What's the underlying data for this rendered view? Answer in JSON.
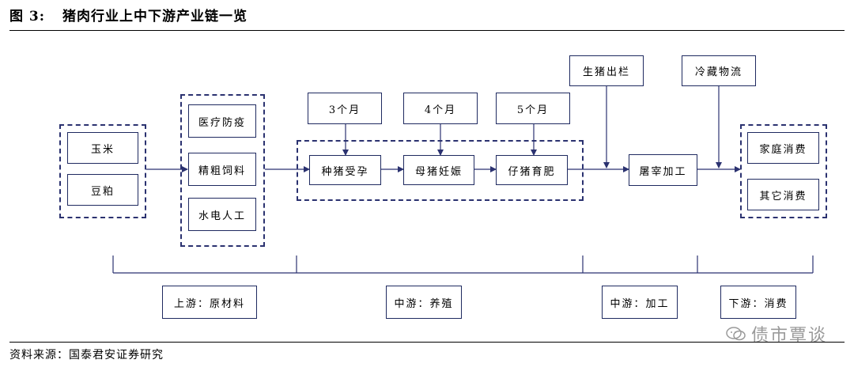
{
  "figure": {
    "label": "图 3:",
    "title": "猪肉行业上中下游产业链一览"
  },
  "source": "资料来源：国泰君安证券研究",
  "watermark": "债市覃谈",
  "colors": {
    "border": "#1f2a60",
    "arrow": "#2b3270"
  },
  "nodes": {
    "corn": "玉米",
    "soymeal": "豆粕",
    "vet": "医疗防疫",
    "feed": "精粗饲料",
    "utilities": "水电人工",
    "m3": "3个月",
    "m4": "4个月",
    "m5": "5个月",
    "breeding": "种猪受孕",
    "pregnancy": "母猪妊娠",
    "fattening": "仔猪育肥",
    "slaughter_in": "生猪出栏",
    "cold_chain": "冷藏物流",
    "processing": "屠宰加工",
    "home": "家庭消费",
    "other": "其它消费"
  },
  "stages": {
    "upstream": "上游：原材料",
    "midstream_breeding": "中游：养殖",
    "midstream_processing": "中游：加工",
    "downstream": "下游：消费"
  }
}
